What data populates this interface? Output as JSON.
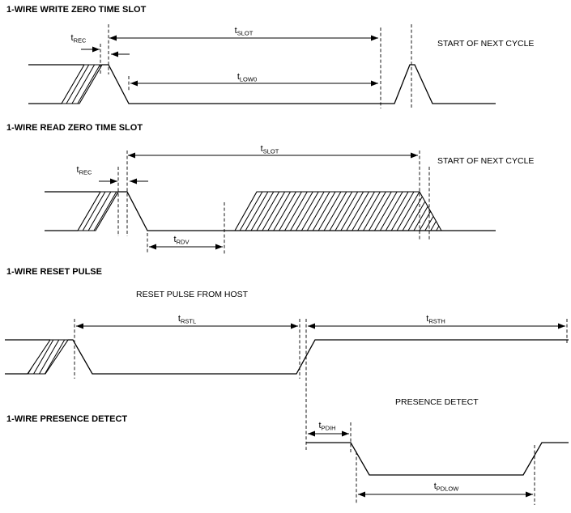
{
  "palette": {
    "ink": "#000000",
    "background": "#ffffff"
  },
  "sections": {
    "write_zero": {
      "title": "1-WIRE WRITE ZERO TIME SLOT",
      "next_cycle_note": "START OF NEXT CYCLE",
      "labels": {
        "trec": {
          "base": "t",
          "sub": "REC"
        },
        "tslot": {
          "base": "t",
          "sub": "SLOT"
        },
        "tlow0": {
          "base": "t",
          "sub": "LOW0"
        }
      }
    },
    "read_zero": {
      "title": "1-WIRE READ ZERO TIME SLOT",
      "next_cycle_note": "START OF NEXT CYCLE",
      "labels": {
        "trec": {
          "base": "t",
          "sub": "REC"
        },
        "tslot": {
          "base": "t",
          "sub": "SLOT"
        },
        "trdv": {
          "base": "t",
          "sub": "RDV"
        }
      }
    },
    "reset_pulse": {
      "title": "1-WIRE RESET PULSE",
      "annotation": "RESET PULSE FROM HOST",
      "labels": {
        "trstl": {
          "base": "t",
          "sub": "RSTL"
        },
        "trsth": {
          "base": "t",
          "sub": "RSTH"
        }
      }
    },
    "presence_detect": {
      "title": "1-WIRE PRESENCE DETECT",
      "annotation": "PRESENCE DETECT",
      "labels": {
        "tpdih": {
          "base": "t",
          "sub": "PDIH"
        },
        "tpdlow": {
          "base": "t",
          "sub": "PDLOW"
        }
      }
    }
  }
}
